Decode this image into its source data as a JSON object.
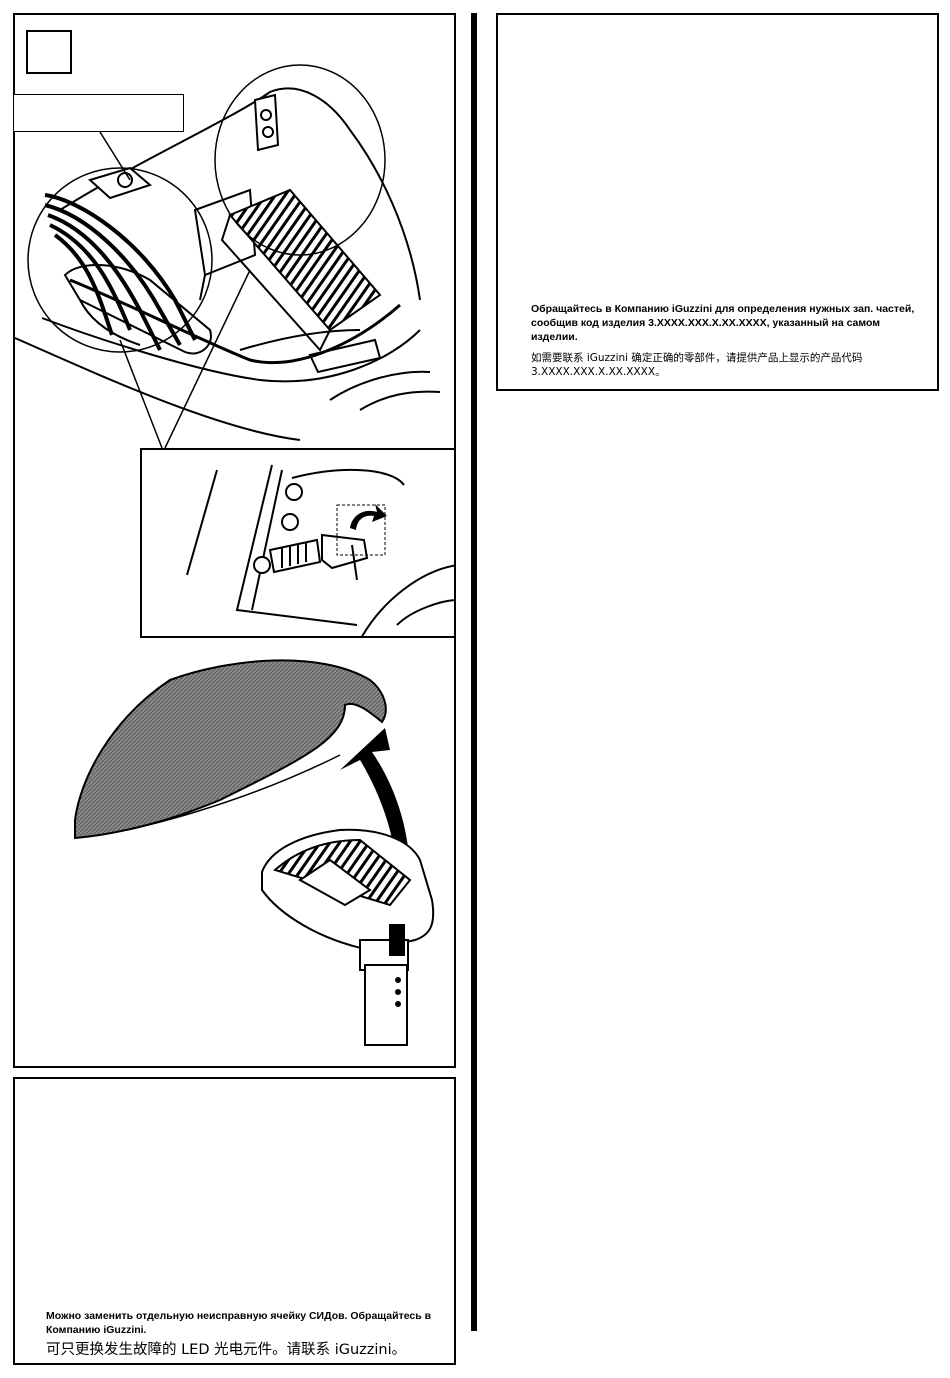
{
  "note": {
    "ru_text": "Можно заменить отдельную неисправную ячейку СИДов. Обращайтесь в Компанию iGuzzini.",
    "cn_text": "可只更换发生故障的 LED 光电元件。请联系 iGuzzini。"
  },
  "spare_parts": {
    "ru_text": "Обращайтесь в Компанию iGuzzini для определения нужных зап. частей, сообщив код изделия 3.XXXX.XXX.X.XX.XXXX, указанный на самом изделии.",
    "cn_text": "如需要联系 iGuzzini 确定正确的零部件，请提供产品上显示的产品代码 3.XXXX.XXX.X.XX.XXXX。"
  },
  "icons": [
    "wiring-harness-icon",
    "led-module-icon",
    "spring-latch-icon",
    "cover-lift-arrow-icon",
    "luminaire-pole-icon"
  ]
}
